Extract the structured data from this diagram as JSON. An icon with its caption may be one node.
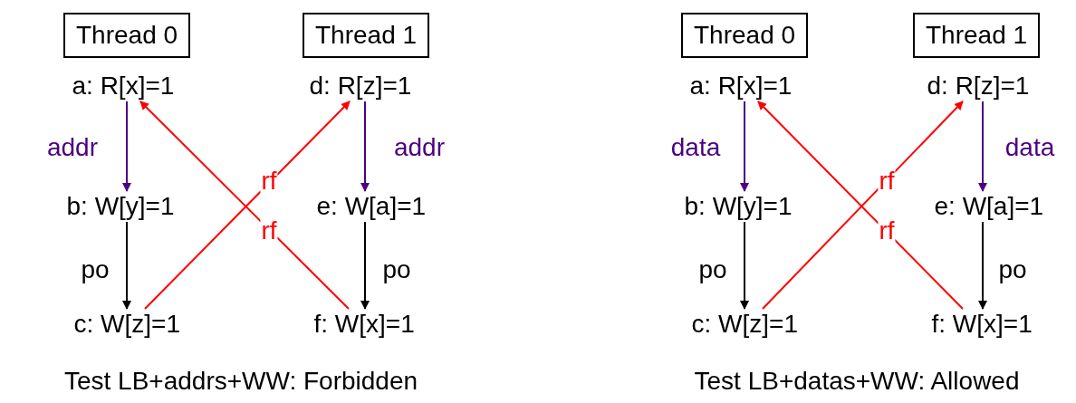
{
  "diagram": {
    "nodes": [
      {
        "text": [
          "Thread 0"
        ]
      },
      {
        "text": [
          "Thread 1"
        ]
      },
      {
        "text": [
          "a: R[x]=1"
        ]
      },
      {
        "text": [
          "d: R[z]=1"
        ]
      },
      {
        "text": [
          "b: W[y]=1"
        ]
      },
      {
        "text": [
          "e: W[a]=1"
        ]
      },
      {
        "text": [
          "c: W[z]=1"
        ]
      },
      {
        "text": [
          "f: W[x]=1"
        ]
      },
      {
        "text": [
          "Thread 0"
        ]
      },
      {
        "text": [
          "Thread 1"
        ]
      },
      {
        "text": [
          "a: R[x]=1"
        ]
      },
      {
        "text": [
          "d: R[z]=1"
        ]
      },
      {
        "text": [
          "b: W[y]=1"
        ]
      },
      {
        "text": [
          "e: W[a]=1"
        ]
      },
      {
        "text": [
          "c: W[z]=1"
        ]
      },
      {
        "text": [
          "f: W[x]=1"
        ]
      }
    ],
    "edges": [
      {
        "from": 2,
        "to": 4,
        "arrow": "to",
        "label": "addr",
        "color": "#4b0082"
      },
      {
        "from": 4,
        "to": 6,
        "arrow": "to",
        "label": "po",
        "color": "#000000"
      },
      {
        "from": 3,
        "to": 5,
        "arrow": "to",
        "label": "addr",
        "color": "#4b0082"
      },
      {
        "from": 5,
        "to": 7,
        "arrow": "to",
        "label": "po",
        "color": "#000000"
      },
      {
        "from": 6,
        "to": 3,
        "arrow": "to",
        "label": "rf",
        "color": "#ff0000"
      },
      {
        "from": 7,
        "to": 2,
        "arrow": "to",
        "label": "rf",
        "color": "#ff0000"
      },
      {
        "from": 10,
        "to": 12,
        "arrow": "to",
        "label": "data",
        "color": "#4b0082"
      },
      {
        "from": 12,
        "to": 14,
        "arrow": "to",
        "label": "po",
        "color": "#000000"
      },
      {
        "from": 11,
        "to": 13,
        "arrow": "to",
        "label": "data",
        "color": "#4b0082"
      },
      {
        "from": 13,
        "to": 15,
        "arrow": "to",
        "label": "po",
        "color": "#000000"
      },
      {
        "from": 14,
        "to": 11,
        "arrow": "to",
        "label": "rf",
        "color": "#ff0000"
      },
      {
        "from": 15,
        "to": 10,
        "arrow": "to",
        "label": "rf",
        "color": "#ff0000"
      }
    ],
    "labels": [
      "Test LB+addrs+WW: Forbidden",
      "Test LB+datas+WW: Allowed"
    ]
  }
}
